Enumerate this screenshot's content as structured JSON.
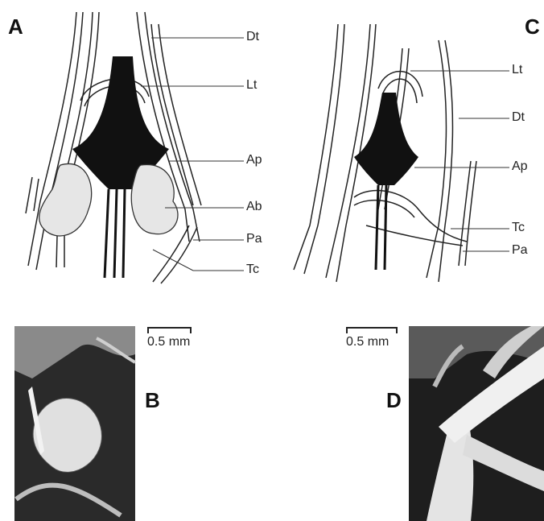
{
  "panels": {
    "a": {
      "letter": "A"
    },
    "b": {
      "letter": "B"
    },
    "c": {
      "letter": "C"
    },
    "d": {
      "letter": "D"
    }
  },
  "labels_a": [
    "Dt",
    "Lt",
    "Ap",
    "Ab",
    "Pa",
    "Tc"
  ],
  "labels_c": [
    "Lt",
    "Dt",
    "Ap",
    "Tc",
    "Pa"
  ],
  "scalebars": {
    "b": "0.5 mm",
    "d": "0.5 mm"
  },
  "colors": {
    "ink": "#111111",
    "photo_dark": "#1a1a1a",
    "photo_mid": "#6a6a6a",
    "photo_light": "#e8e8e8"
  }
}
